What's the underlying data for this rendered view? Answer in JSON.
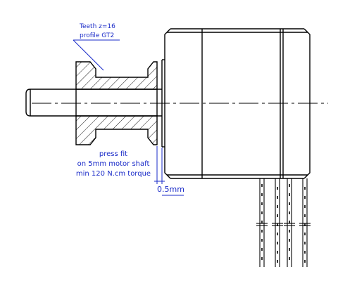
{
  "callout": {
    "line1": "Teeth z=16",
    "line2": "profile GT2"
  },
  "note": {
    "line1": "press fit",
    "line2": "on 5mm motor shaft",
    "line3": "min 120 N.cm torque"
  },
  "dimension": {
    "gap_label": "0.5mm"
  },
  "colors": {
    "outline": "#000000",
    "annotation": "#1a2bc8"
  }
}
